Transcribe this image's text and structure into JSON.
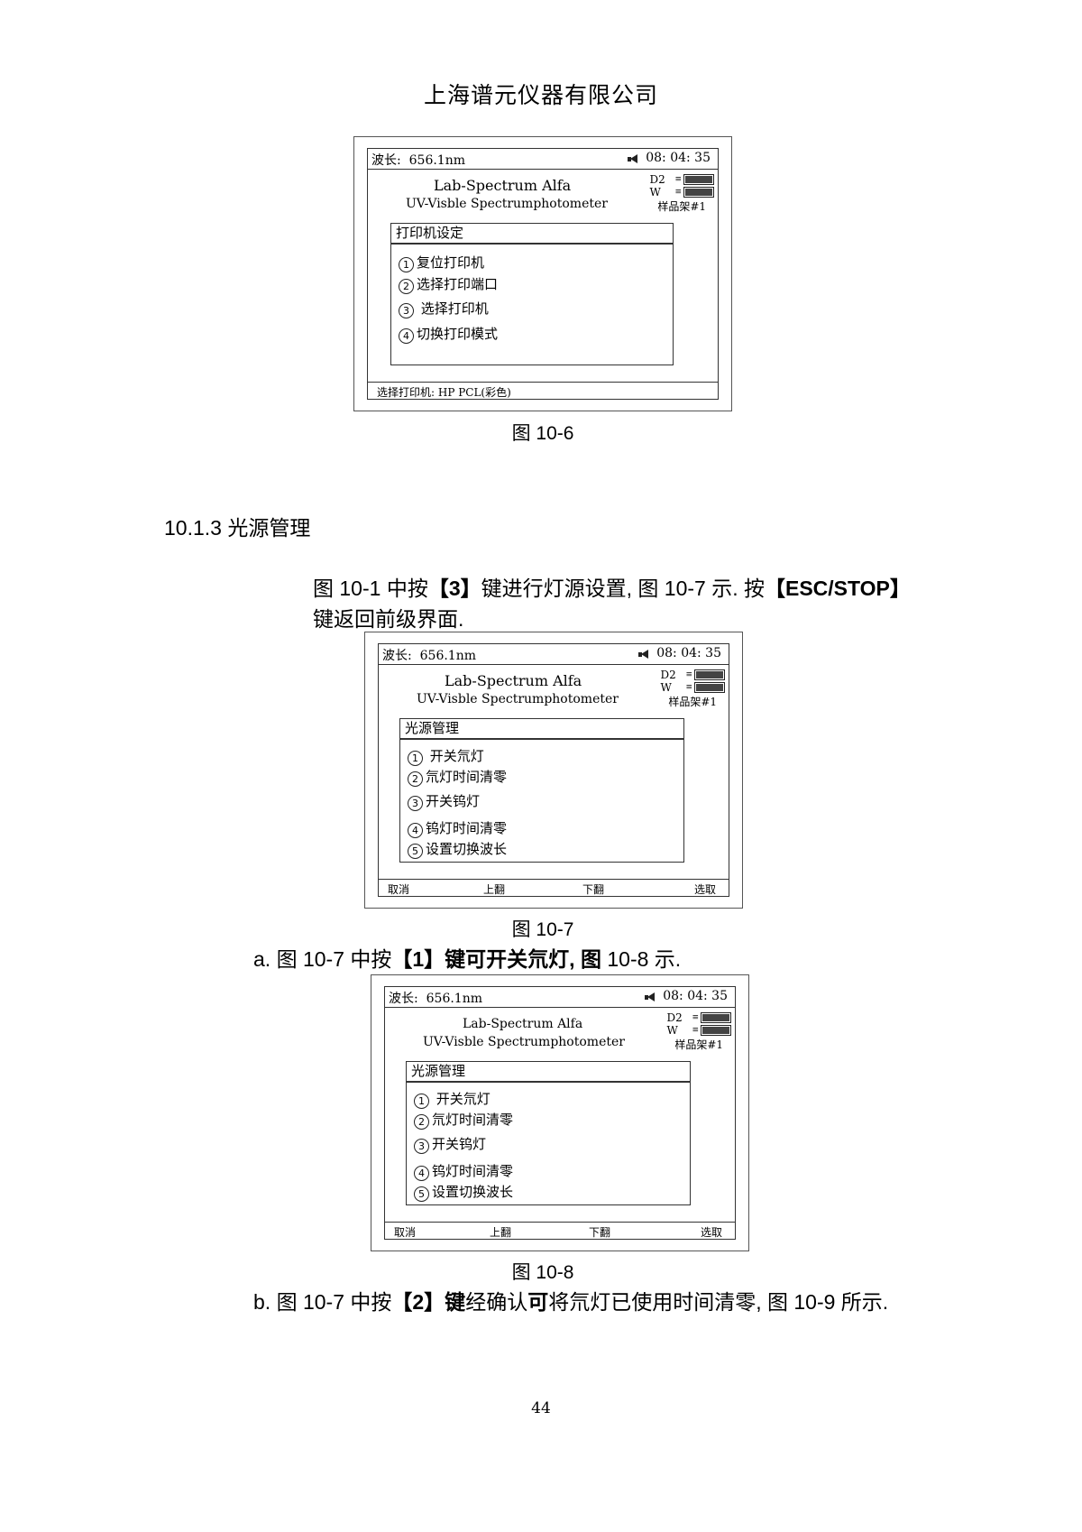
{
  "header": {
    "company": "上海谱元仪器有限公司"
  },
  "screens": {
    "fig6": {
      "wavelength_label": "波长:",
      "wavelength_value": "656.1nm",
      "time": "08: 04: 35",
      "brand_title": "Lab-Spectrum Alfa",
      "brand_subtitle": "UV-Visble Spectrumphotometer",
      "lamp_d2_label": "D2",
      "lamp_w_label": "W",
      "lamp_d2_level": 1.0,
      "lamp_w_level": 1.0,
      "sample_holder": "样品架#1",
      "menu_title": "打印机设定",
      "menu_items": [
        {
          "num": "1",
          "label": "复位打印机"
        },
        {
          "num": "2",
          "label": "选择打印端口"
        },
        {
          "num": "3",
          "label": " 选择打印机"
        },
        {
          "num": "4",
          "label": "切换打印模式"
        }
      ],
      "status_text": "选择打印机: HP PCL(彩色)"
    },
    "fig7": {
      "wavelength_label": "波长:",
      "wavelength_value": "656.1nm",
      "time": "08: 04: 35",
      "brand_title": "Lab-Spectrum Alfa",
      "brand_subtitle": "UV-Visble Spectrumphotometer",
      "lamp_d2_label": "D2",
      "lamp_w_label": "W",
      "lamp_d2_level": 1.0,
      "lamp_w_level": 1.0,
      "sample_holder": "样品架#1",
      "menu_title": "光源管理",
      "menu_items": [
        {
          "num": "1",
          "label": " 开关氘灯"
        },
        {
          "num": "2",
          "label": "氘灯时间清零"
        },
        {
          "num": "3",
          "label": "开关钨灯"
        },
        {
          "num": "4",
          "label": "钨灯时间清零"
        },
        {
          "num": "5",
          "label": "设置切换波长"
        }
      ],
      "softkeys": [
        "取消",
        "上翻",
        "下翻",
        "选取"
      ]
    },
    "fig8": {
      "wavelength_label": "波长:",
      "wavelength_value": "656.1nm",
      "time": "08: 04: 35",
      "brand_title": "Lab-Spectrum Alfa",
      "brand_subtitle": "UV-Visble Spectrumphotometer",
      "lamp_d2_label": "D2",
      "lamp_w_label": "W",
      "lamp_d2_level": 1.0,
      "lamp_w_level": 1.0,
      "sample_holder": "样品架#1",
      "menu_title": "光源管理",
      "menu_items": [
        {
          "num": "1",
          "label": " 开关氘灯"
        },
        {
          "num": "2",
          "label": "氘灯时间清零"
        },
        {
          "num": "3",
          "label": "开关钨灯"
        },
        {
          "num": "4",
          "label": "钨灯时间清零"
        },
        {
          "num": "5",
          "label": "设置切换波长"
        }
      ],
      "softkeys": [
        "取消",
        "上翻",
        "下翻",
        "选取"
      ]
    }
  },
  "captions": {
    "fig6": "图 10-6",
    "fig7": "图  10-7",
    "fig8": "图 10-8"
  },
  "section": {
    "heading": "10.1.3  光源管理"
  },
  "paragraphs": {
    "p1_a": "图 10-1 中按",
    "p1_key1": "【3】",
    "p1_b": "键进行灯源设置, 图 10-7 示. 按",
    "p1_key2": "【ESC/STOP】",
    "p1_line2": "键返回前级界面.",
    "a_prefix": "a. 图 10-7 中按",
    "a_key": "【1】键可开关氘灯, 图",
    "a_suffix": " 10-8 示.",
    "b_prefix": "b. 图 10-7 中按",
    "b_key": "【2】键",
    "b_mid": "经确认",
    "b_bold": "可",
    "b_suffix": "将氘灯已使用时间清零, 图 10-9 所示."
  },
  "footer": {
    "page_number": "44"
  }
}
